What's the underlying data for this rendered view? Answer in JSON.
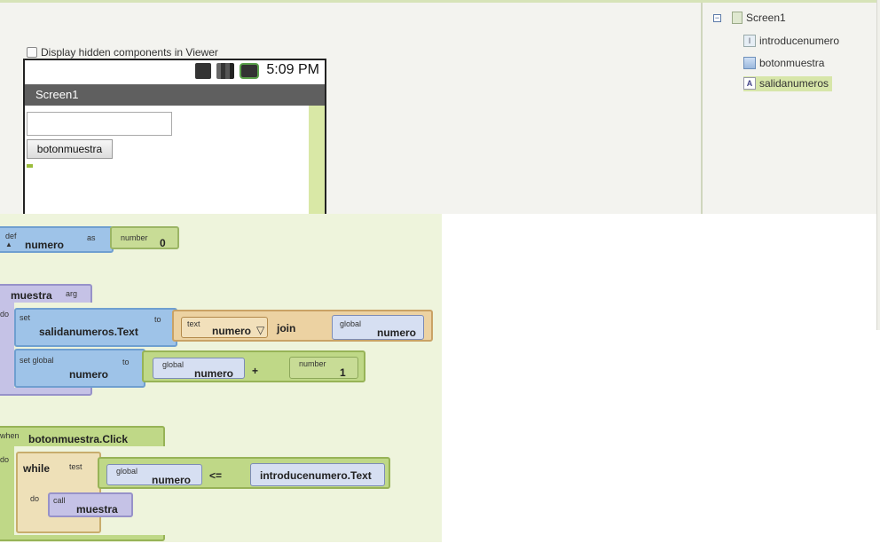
{
  "viewer": {
    "hidden_checkbox_label": "Display hidden components in Viewer",
    "phone": {
      "clock": "5:09 PM",
      "title": "Screen1",
      "button_label": "botonmuestra"
    }
  },
  "tree": {
    "root": "Screen1",
    "root_toggle": "−",
    "items": [
      {
        "label": "introducenumero",
        "icon": "textbox-icon",
        "glyph": "I"
      },
      {
        "label": "botonmuestra",
        "icon": "button-icon",
        "glyph": ""
      },
      {
        "label": "salidanumeros",
        "icon": "label-icon",
        "glyph": "A"
      }
    ]
  },
  "blocks": {
    "def_var": {
      "def": "def",
      "name": "numero",
      "as": "as",
      "number_tag": "number",
      "value": "0"
    },
    "procedure": {
      "name": "muestra",
      "arg": "arg",
      "do": "do",
      "set": "set",
      "set_target": "salidanumeros.Text",
      "to": "to",
      "text_tag": "text",
      "text_value": "numero",
      "text_dropdown": "▽",
      "join": "join",
      "global_tag": "global",
      "global_name": "numero",
      "set_global": "set global",
      "set_global_name": "numero",
      "to2": "to",
      "global_tag2": "global",
      "global_name2": "numero",
      "plus": "+",
      "number_tag": "number",
      "number_value": "1"
    },
    "event": {
      "when": "when",
      "name": "botonmuestra.Click",
      "do": "do",
      "while": "while",
      "test": "test",
      "global_tag": "global",
      "global_name": "numero",
      "op": "<=",
      "compare_target": "introducenumero.Text",
      "do2": "do",
      "call": "call",
      "call_name": "muestra"
    }
  },
  "colors": {
    "accent": "#d7e6a9",
    "block_blue": "#9ec3e8",
    "block_green": "#c8dc96",
    "block_orange": "#ecd2a2",
    "block_purple": "#c5c2e6",
    "workspace": "#eef4dc"
  }
}
